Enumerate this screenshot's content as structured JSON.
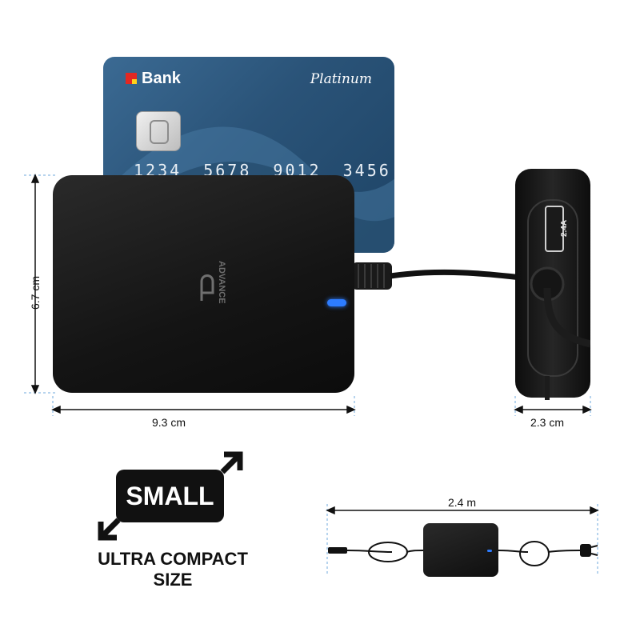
{
  "card": {
    "bank_name": "Bank",
    "tier": "Platinum",
    "number": "1234 5678 9012 3456"
  },
  "product": {
    "brand": "ADVANCE",
    "usb_rating": "2.4A"
  },
  "dimensions": {
    "width": "9.3 cm",
    "height": "6.7 cm",
    "depth": "2.3 cm",
    "cable": "2.4 m"
  },
  "badge": {
    "label": "SMALL",
    "caption_line1": "ULTRA COMPACT",
    "caption_line2": "SIZE"
  },
  "colors": {
    "led": "#2d7cff",
    "card": "#2a5378",
    "guide": "#6fa8dc"
  }
}
